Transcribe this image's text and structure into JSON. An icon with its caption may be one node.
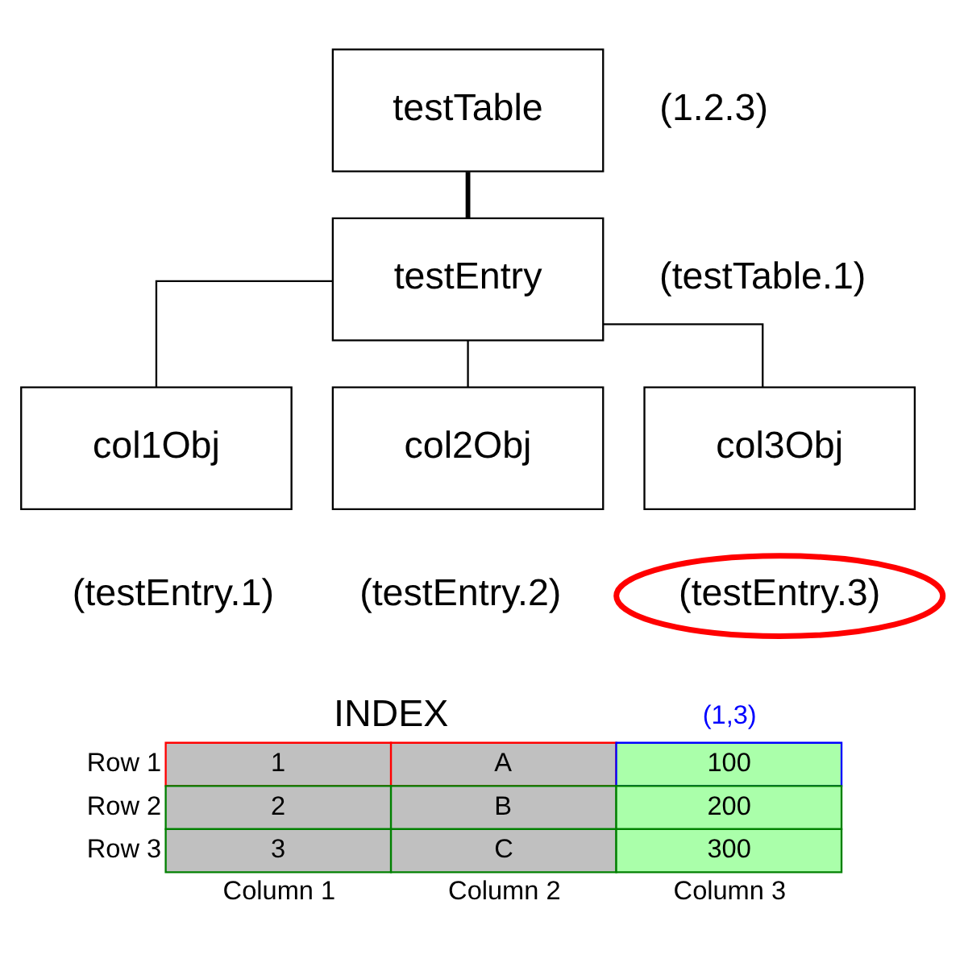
{
  "diagram": {
    "nodes": [
      {
        "text": [
          "testTable"
        ],
        "beside": [
          "(1.2.3)"
        ]
      },
      {
        "text": [
          "testEntry"
        ],
        "beside": [
          "(testTable.1)"
        ]
      },
      {
        "text": [
          "col1Obj"
        ],
        "beside": [
          "(testEntry.1)"
        ]
      },
      {
        "text": [
          "col2Obj"
        ],
        "beside": [
          "(testEntry.2)"
        ]
      },
      {
        "text": [
          "col3Obj"
        ],
        "beside": [
          "(testEntry.3)"
        ]
      }
    ],
    "edges": [
      {
        "from": 0,
        "to": 1,
        "arrow": "none",
        "style": "thick"
      },
      {
        "from": 1,
        "to": 2,
        "arrow": "none"
      },
      {
        "from": 1,
        "to": 3,
        "arrow": "none"
      },
      {
        "from": 1,
        "to": 4,
        "arrow": "none"
      }
    ],
    "labels": [
      "INDEX",
      "(1,3)",
      "Row 1",
      "1",
      "A",
      "100",
      "Row 2",
      "2",
      "B",
      "200",
      "Row 3",
      "3",
      "C",
      "300",
      "Column 1",
      "Column 2",
      "Column 3"
    ]
  }
}
